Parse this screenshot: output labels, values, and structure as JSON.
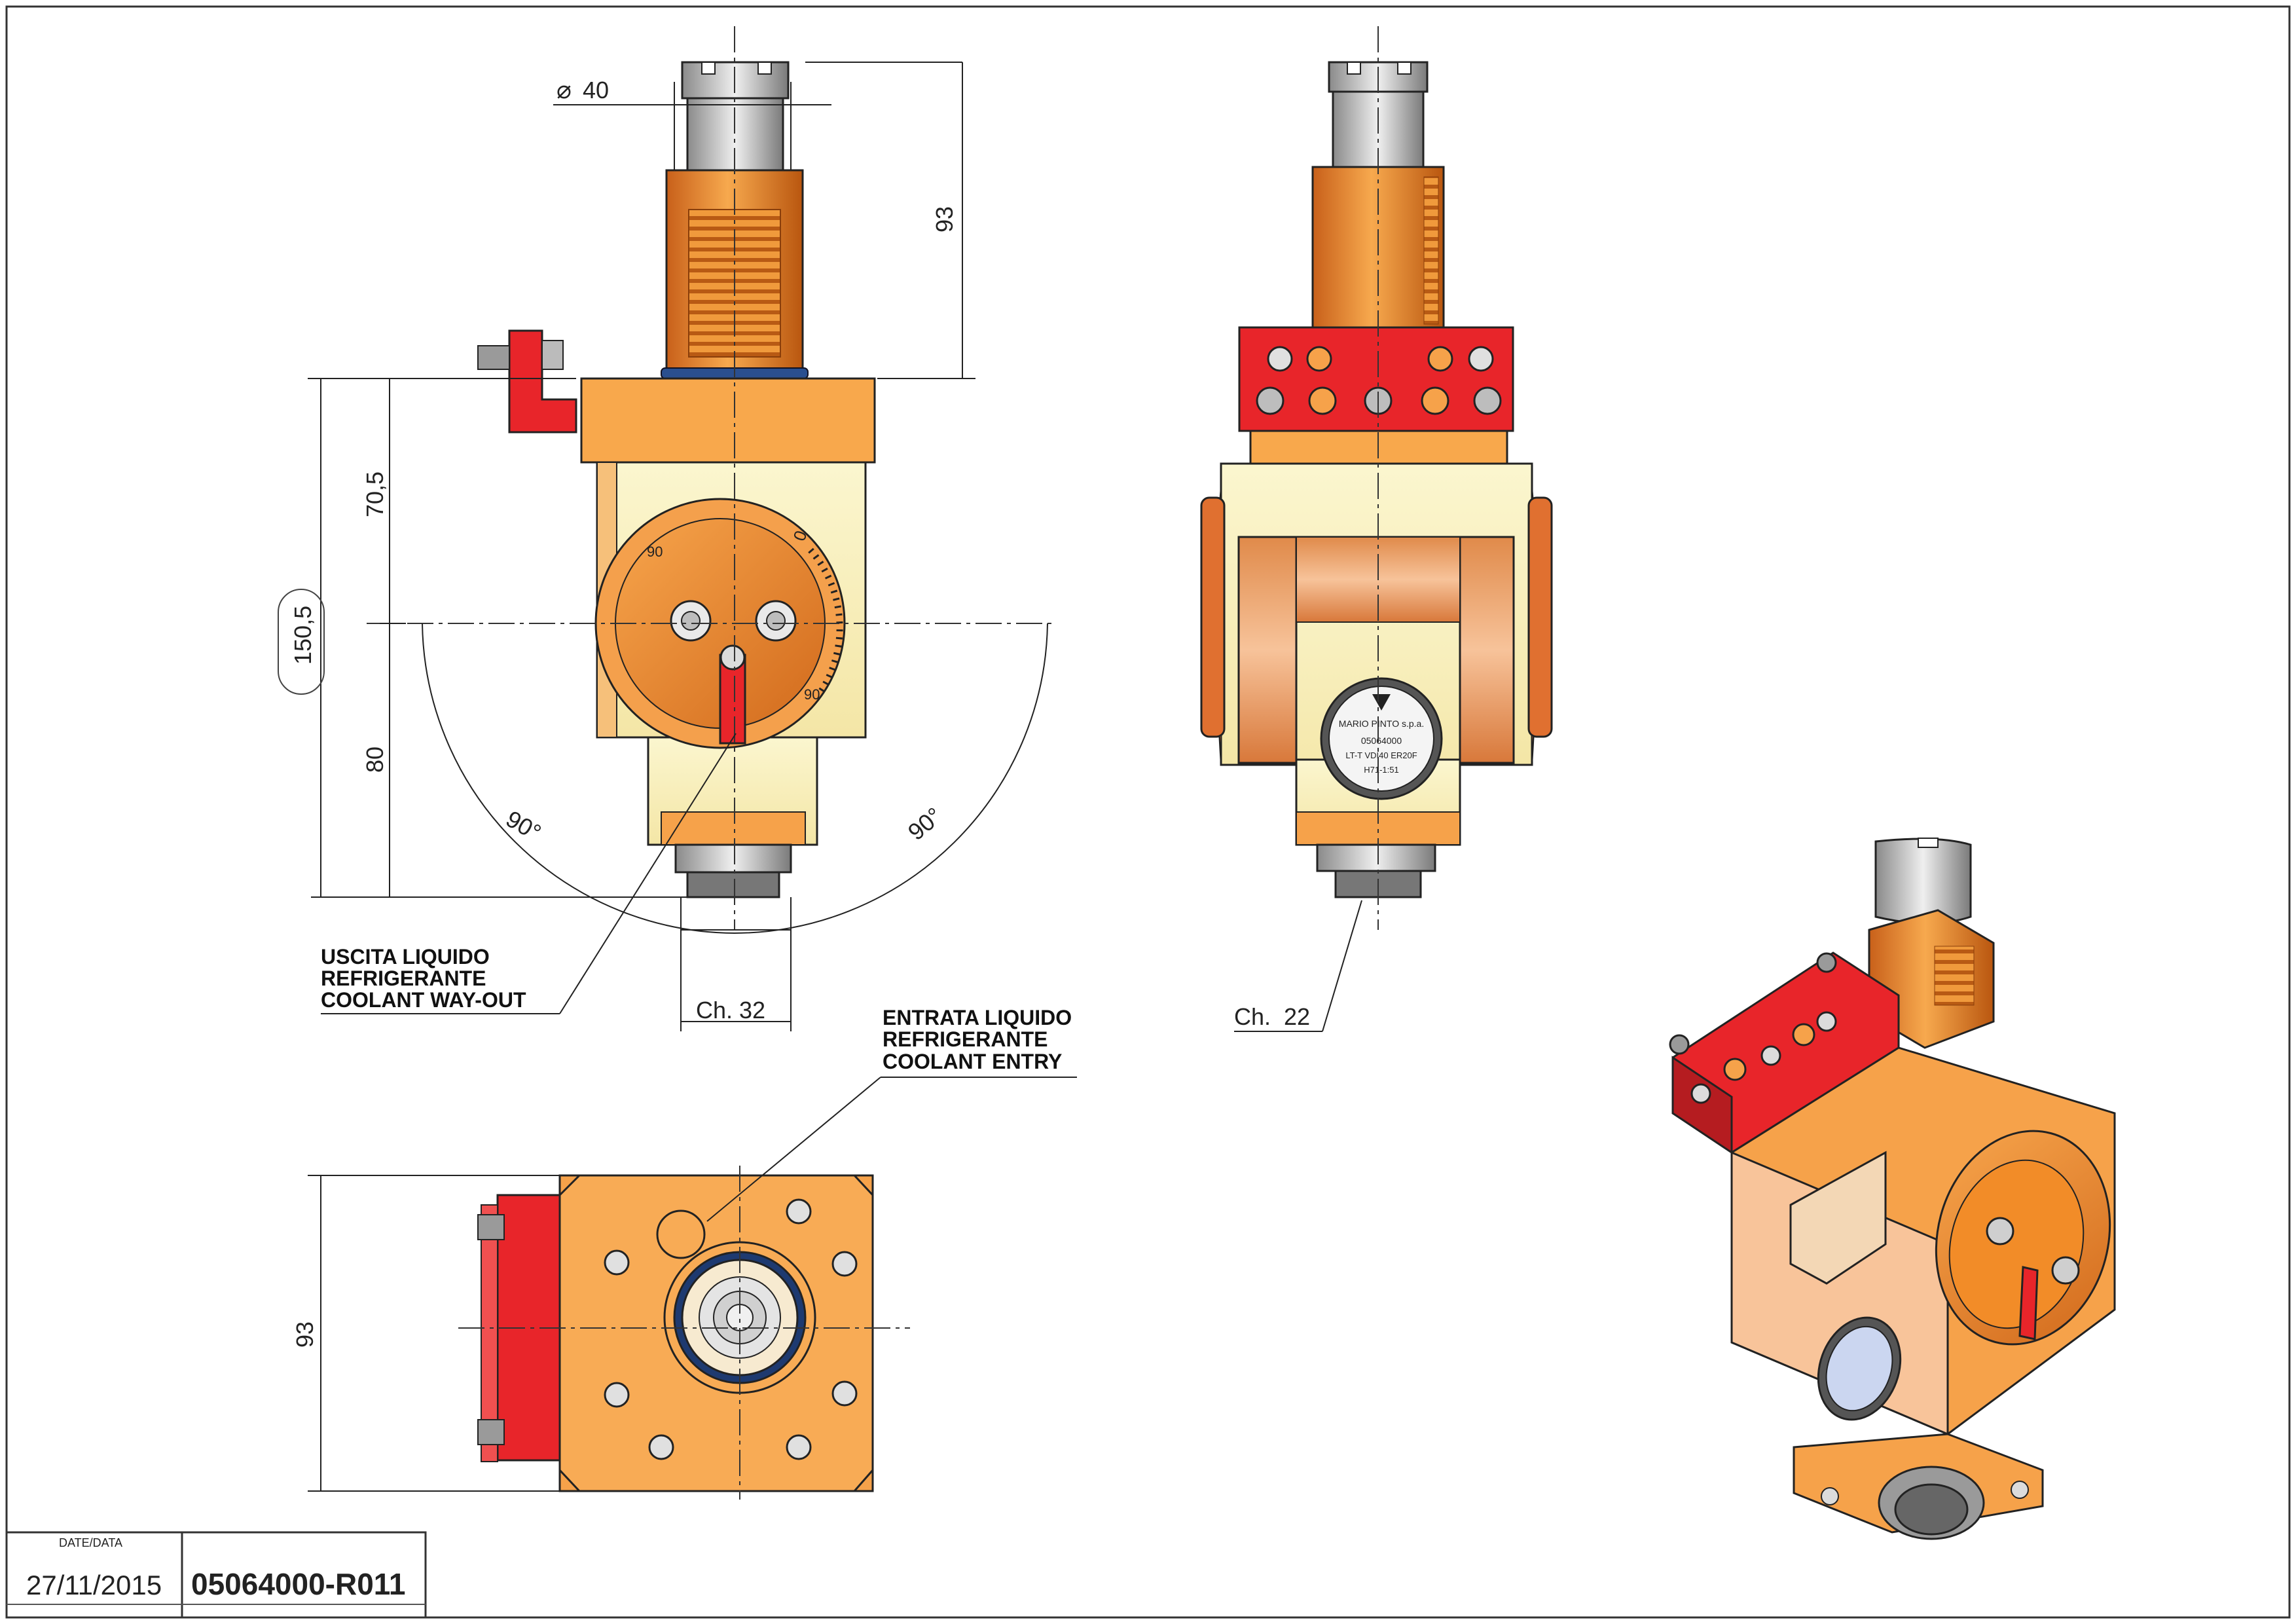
{
  "dimensions": {
    "diameter": "40",
    "height_top": "93",
    "height_upper": "70,5",
    "height_total": "150,5",
    "height_lower": "80",
    "angle_left": "90°",
    "angle_right": "90°",
    "wrench_front": "Ch. 32",
    "wrench_side": "Ch.  22",
    "height_plan": "93"
  },
  "dial_marks": {
    "top": "0",
    "left": "90",
    "bottom_right": "90"
  },
  "callouts": {
    "coolant_out": [
      "USCITA LIQUIDO",
      "REFRIGERANTE",
      "COOLANT WAY-OUT"
    ],
    "coolant_in": [
      "ENTRATA LIQUIDO",
      "REFRIGERANTE",
      "COOLANT ENTRY"
    ]
  },
  "nameplate": {
    "brand": "MARIO PINTO s.p.a.",
    "code": "05064000",
    "model": "LT-T VDI40 ER20F",
    "ratio": "H71-1:51"
  },
  "title_block": {
    "date_label": "DATE/DATA",
    "date": "27/11/2015",
    "drawing_number": "05064000-R011"
  },
  "colors": {
    "orange": "#f28c28",
    "light_orange": "#f9ad5a",
    "cream": "#fbf3c4",
    "red": "#e8252a",
    "steel": "#c7c7c7"
  }
}
